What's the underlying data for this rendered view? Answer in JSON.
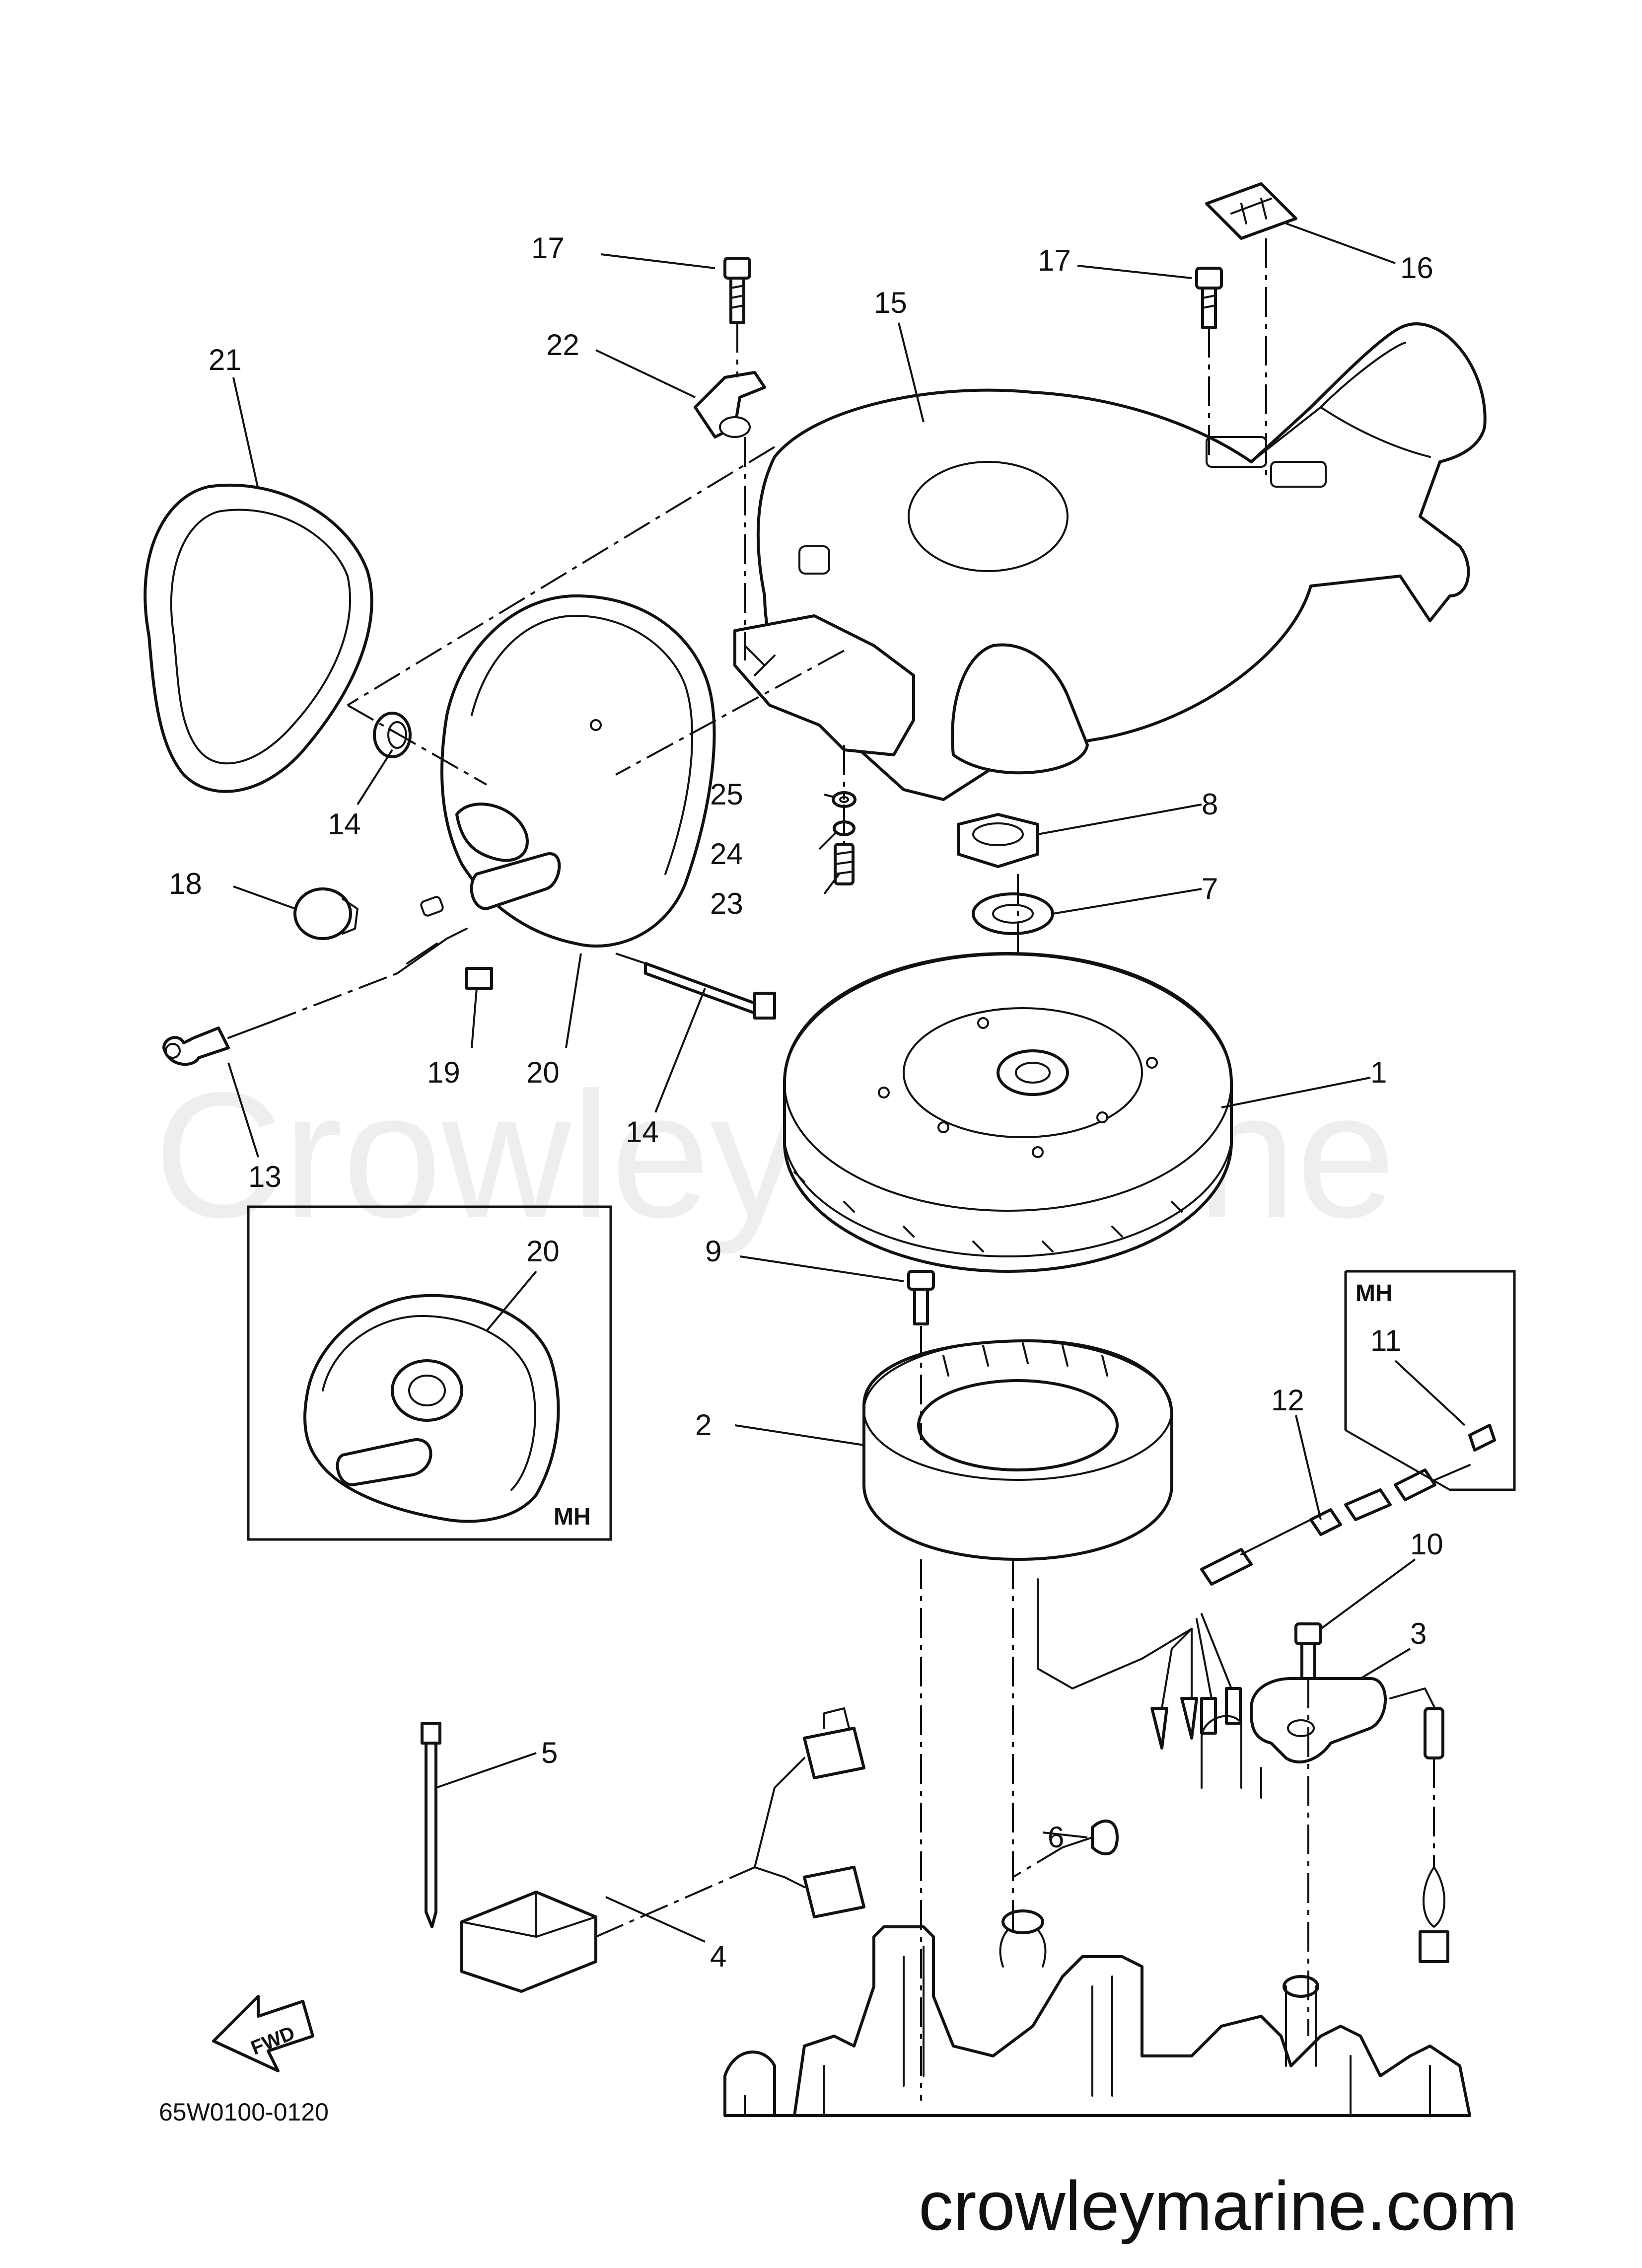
{
  "diagram": {
    "drawing_code": "65W0100-0120",
    "watermark": "Crowley Marine",
    "website": "crowleymarine.com",
    "fwd_label": "FWD",
    "mh_label_left": "MH",
    "mh_label_right": "MH",
    "callouts": {
      "c1": "1",
      "c2": "2",
      "c3": "3",
      "c4": "4",
      "c5": "5",
      "c6": "6",
      "c7": "7",
      "c8": "8",
      "c9": "9",
      "c10": "10",
      "c11": "11",
      "c12": "12",
      "c13": "13",
      "c14a": "14",
      "c14b": "14",
      "c15": "15",
      "c16": "16",
      "c17a": "17",
      "c17b": "17",
      "c18": "18",
      "c19": "19",
      "c20a": "20",
      "c20b": "20",
      "c21": "21",
      "c22": "22",
      "c23": "23",
      "c24": "24",
      "c25": "25"
    }
  }
}
